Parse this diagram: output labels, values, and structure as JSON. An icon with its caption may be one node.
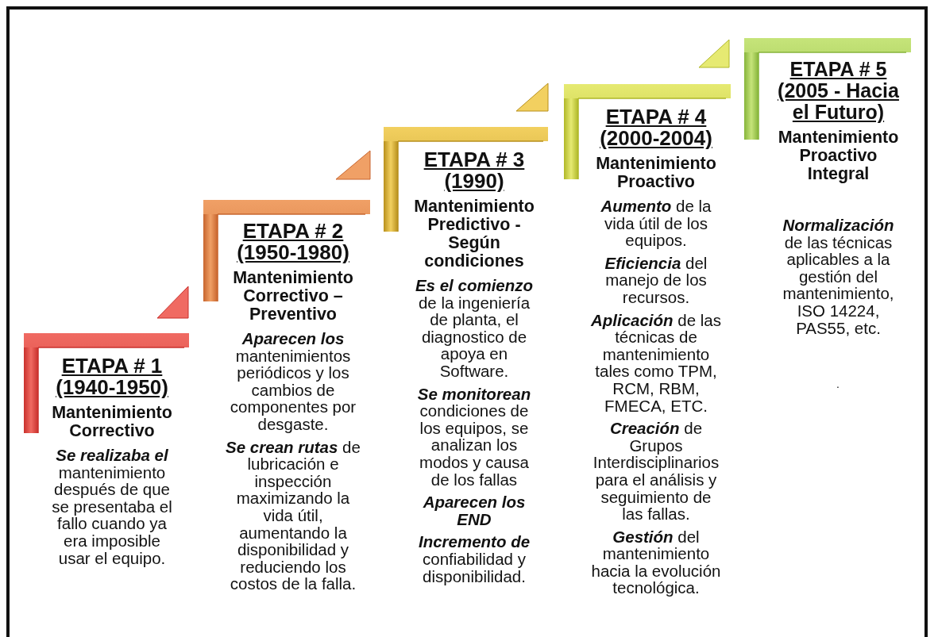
{
  "diagram": {
    "nodes": [
      {
        "text": [
          "ETAPA # 1 (1940-1950)",
          "Mantenimiento Correctivo"
        ],
        "beside": [
          "**Se realizaba el** mantenimiento después de que se presentaba el fallo cuando ya era imposible usar el equipo."
        ]
      },
      {
        "text": [
          "ETAPA # 2 (1950-1980)",
          "Mantenimiento Correctivo – Preventivo"
        ],
        "beside": [
          "**Aparecen los** mantenimientos periódicos y los cambios de componentes por desgaste.",
          "**Se crean rutas** de lubricación e inspección maximizando la vida útil, aumentando la disponibilidad y reduciendo los costos de la falla."
        ]
      },
      {
        "text": [
          "ETAPA # 3 (1990)",
          "Mantenimiento Predictivo - Según condiciones"
        ],
        "beside": [
          "**Es el comienzo** de la ingeniería de planta, el diagnostico de apoya en Software.",
          "**Se monitorean** condiciones de los equipos, se analizan los modos y causa de los fallas",
          "**Aparecen los END**",
          "**Incremento de** confiabilidad y disponibilidad."
        ]
      },
      {
        "text": [
          "ETAPA # 4 (2000-2004)",
          "Mantenimiento Proactivo"
        ],
        "beside": [
          "**Aumento** de la vida útil de los equipos.",
          "**Eficiencia** del manejo de los recursos.",
          "**Aplicación** de las técnicas de mantenimiento tales como TPM, RCM, RBM, FMECA, ETC.",
          "**Creación** de Grupos Interdisciplinarios para el análisis y seguimiento de las fallas.",
          "**Gestión** del mantenimiento hacia la evolución tecnológica."
        ]
      },
      {
        "text": [
          "ETAPA # 5 (2005 - Hacia el Futuro)",
          "Mantenimiento Proactivo Integral",
          "**Normalización** de las técnicas aplicables a la gestión del mantenimiento, ISO 14224, PAS55, etc."
        ]
      }
    ],
    "labels": [
      "."
    ]
  }
}
